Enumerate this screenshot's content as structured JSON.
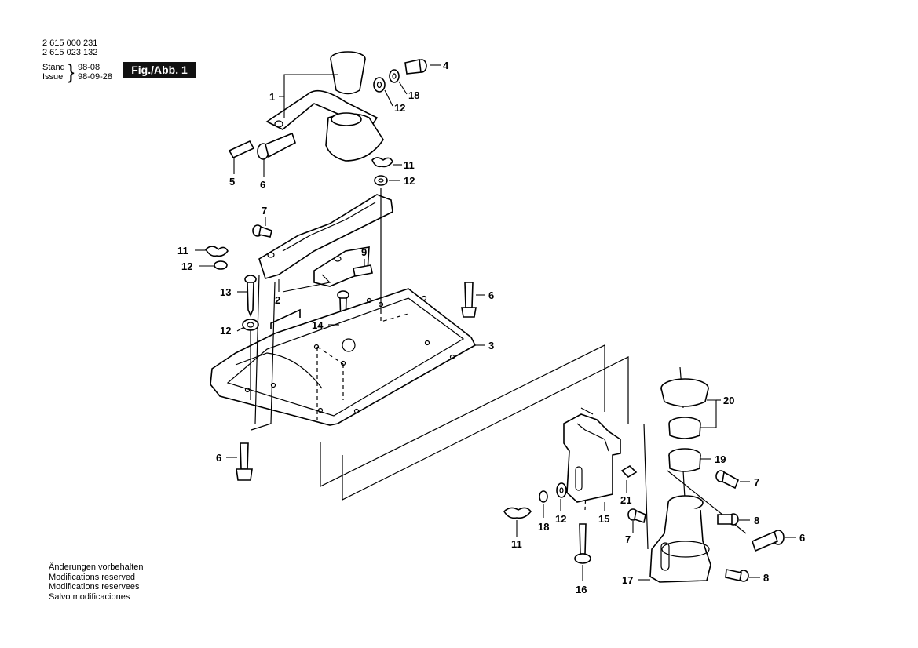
{
  "header": {
    "part_numbers": [
      "2 615 000 231",
      "2 615 023 132"
    ],
    "stand_label": "Stand",
    "stand_value_struck": "98-08",
    "issue_label": "Issue",
    "issue_value": "98-09-28",
    "figure_label": "Fig./Abb. 1"
  },
  "footer": {
    "lines": [
      "Änderungen vorbehalten",
      "Modifications reserved",
      "Modifications reservees",
      "Salvo modificaciones"
    ]
  },
  "callouts": {
    "c1": "1",
    "c2": "2",
    "c3": "3",
    "c4": "4",
    "c5": "5",
    "c6a": "6",
    "c6b": "6",
    "c6c": "6",
    "c6d": "6",
    "c7a": "7",
    "c7b": "7",
    "c7c": "7",
    "c8a": "8",
    "c8b": "8",
    "c9": "9",
    "c11a": "11",
    "c11b": "11",
    "c11c": "11",
    "c12a": "12",
    "c12b": "12",
    "c12c": "12",
    "c12d": "12",
    "c12e": "12",
    "c13": "13",
    "c14": "14",
    "c15": "15",
    "c16": "16",
    "c17": "17",
    "c18a": "18",
    "c18b": "18",
    "c19": "19",
    "c20": "20",
    "c21": "21"
  },
  "colors": {
    "ink": "#000000",
    "paper": "#ffffff"
  }
}
